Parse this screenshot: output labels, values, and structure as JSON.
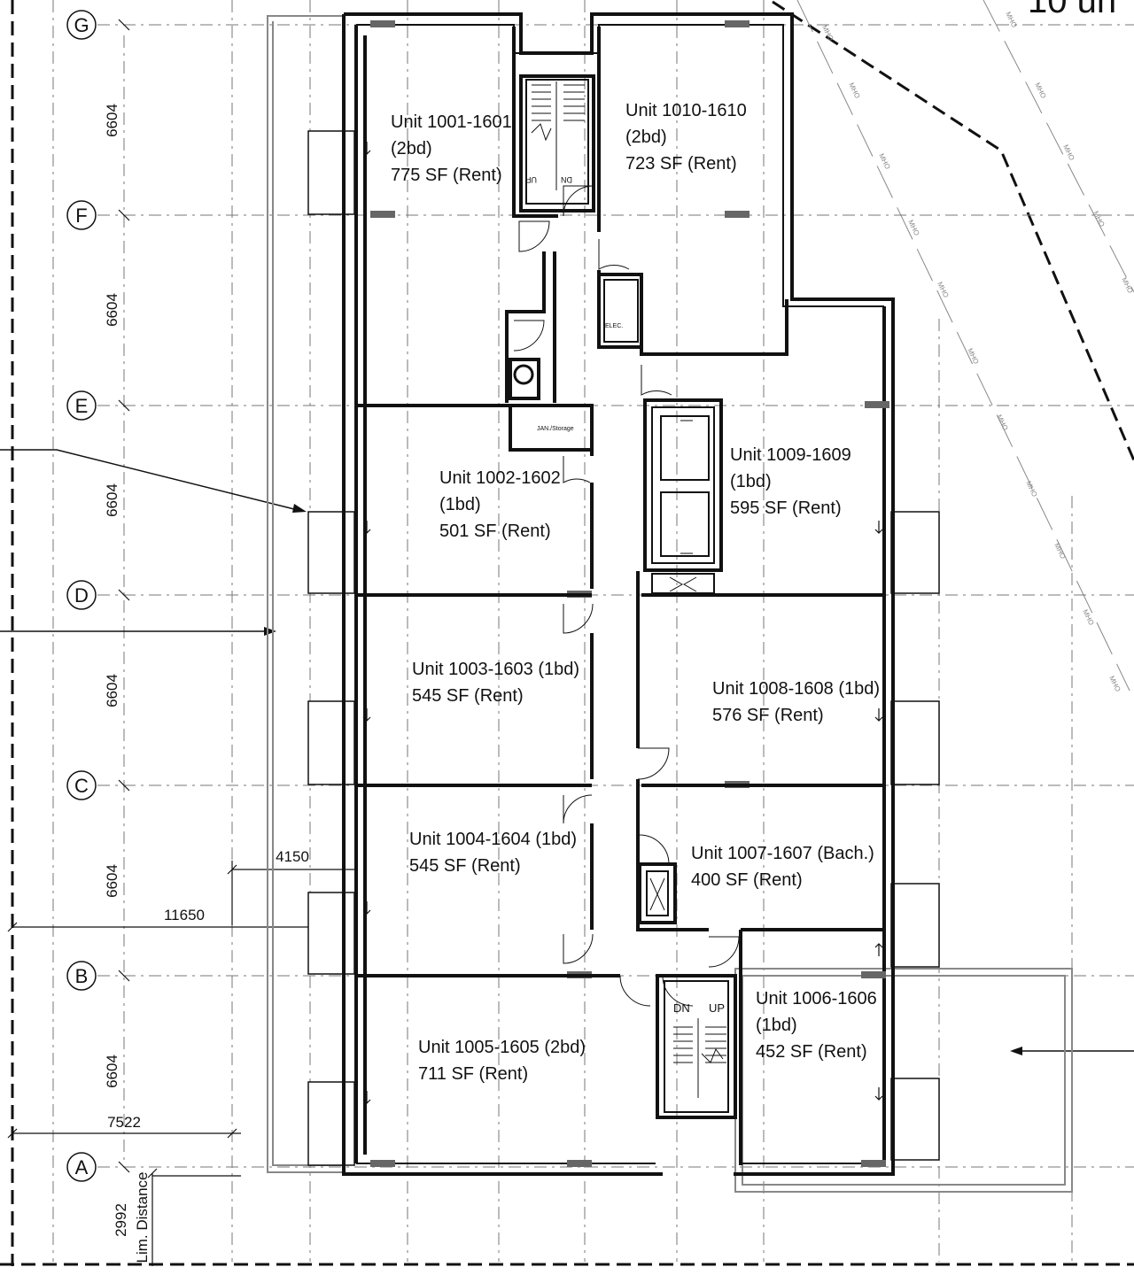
{
  "units": [
    {
      "id": "unit-1001",
      "lines": [
        "Unit 1001-1601",
        "(2bd)",
        "775 SF (Rent)"
      ]
    },
    {
      "id": "unit-1010",
      "lines": [
        "Unit 1010-1610",
        "(2bd)",
        "723 SF (Rent)"
      ]
    },
    {
      "id": "unit-1002",
      "lines": [
        "Unit 1002-1602",
        "(1bd)",
        "501 SF (Rent)"
      ]
    },
    {
      "id": "unit-1009",
      "lines": [
        "Unit 1009-1609",
        "(1bd)",
        "595 SF (Rent)"
      ]
    },
    {
      "id": "unit-1003",
      "lines": [
        "Unit 1003-1603 (1bd)",
        "545 SF (Rent)"
      ]
    },
    {
      "id": "unit-1008",
      "lines": [
        "Unit 1008-1608 (1bd)",
        "576 SF (Rent)"
      ]
    },
    {
      "id": "unit-1004",
      "lines": [
        "Unit 1004-1604 (1bd)",
        "545 SF (Rent)"
      ]
    },
    {
      "id": "unit-1007",
      "lines": [
        "Unit 1007-1607 (Bach.)",
        "400 SF (Rent)"
      ]
    },
    {
      "id": "unit-1005",
      "lines": [
        "Unit 1005-1605 (2bd)",
        "711 SF (Rent)"
      ]
    },
    {
      "id": "unit-1006",
      "lines": [
        "Unit 1006-1606",
        "(1bd)",
        "452 SF (Rent)"
      ]
    }
  ],
  "grid_lines": [
    "G",
    "F",
    "E",
    "D",
    "C",
    "B",
    "A"
  ],
  "bay_dimension": "6604",
  "dimensions": {
    "d4150": "4150",
    "d11650": "11650",
    "d7522": "7522",
    "d2992": "2992",
    "lim_distance": "Lim. Distance"
  },
  "room_labels": {
    "elec": "ELEC.",
    "jan": "JAN./Storage",
    "dn": "DN",
    "up": "UP"
  },
  "corner_text": "10 un",
  "overhead_line": "MHO"
}
